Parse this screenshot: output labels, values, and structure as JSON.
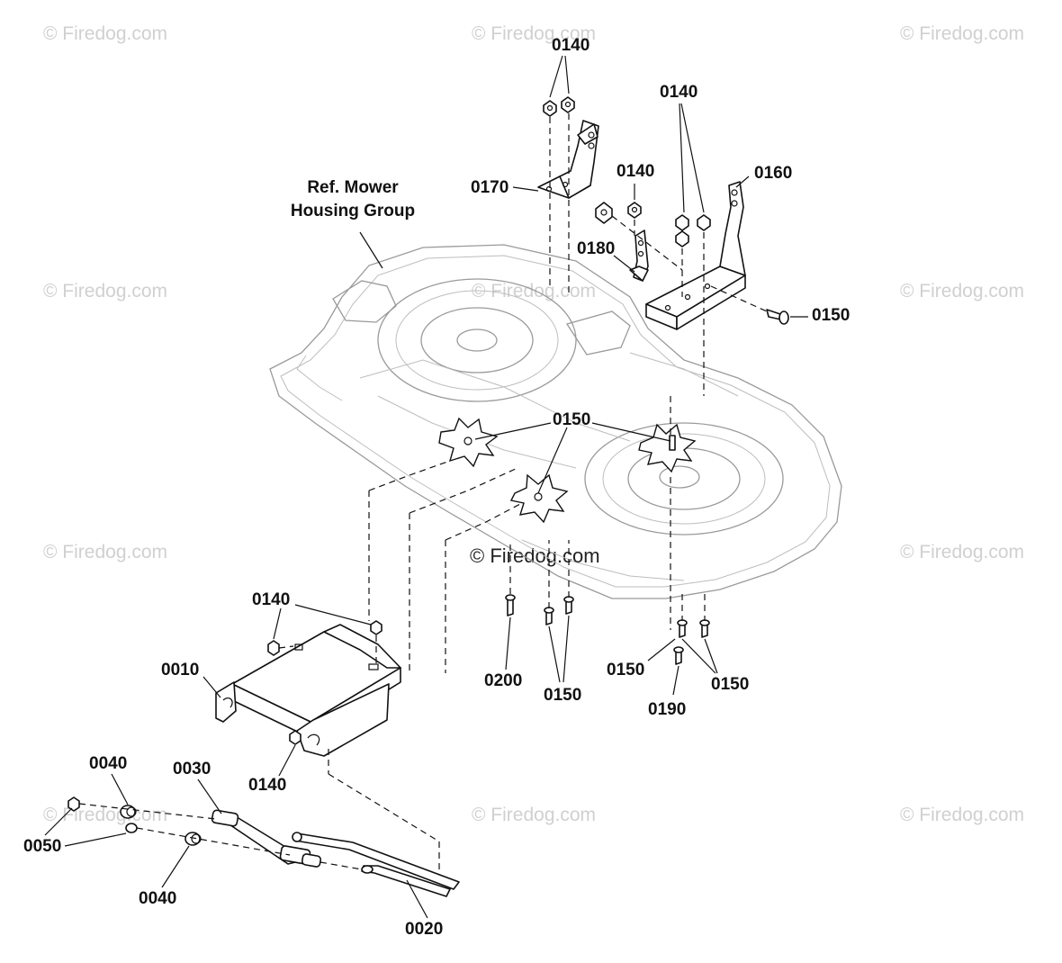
{
  "watermark": "© Firedog.com",
  "center_watermark": "© Firedog.com",
  "reference_label": {
    "line1": "Ref. Mower",
    "line2": "Housing Group"
  },
  "callouts": {
    "c0140_top": "0140",
    "c0140_right": "0140",
    "c0140_mid": "0140",
    "c0170": "0170",
    "c0160": "0160",
    "c0180": "0180",
    "c0150_right": "0150",
    "c0150_center": "0150",
    "c0140_left": "0140",
    "c0010": "0010",
    "c0140_bottom": "0140",
    "c0200": "0200",
    "c0150_low": "0150",
    "c0150_lowright_a": "0150",
    "c0150_lowright_b": "0150",
    "c0190": "0190",
    "c0040_top": "0040",
    "c0030": "0030",
    "c0050": "0050",
    "c0040_bottom": "0040",
    "c0020_partial": "0020"
  }
}
